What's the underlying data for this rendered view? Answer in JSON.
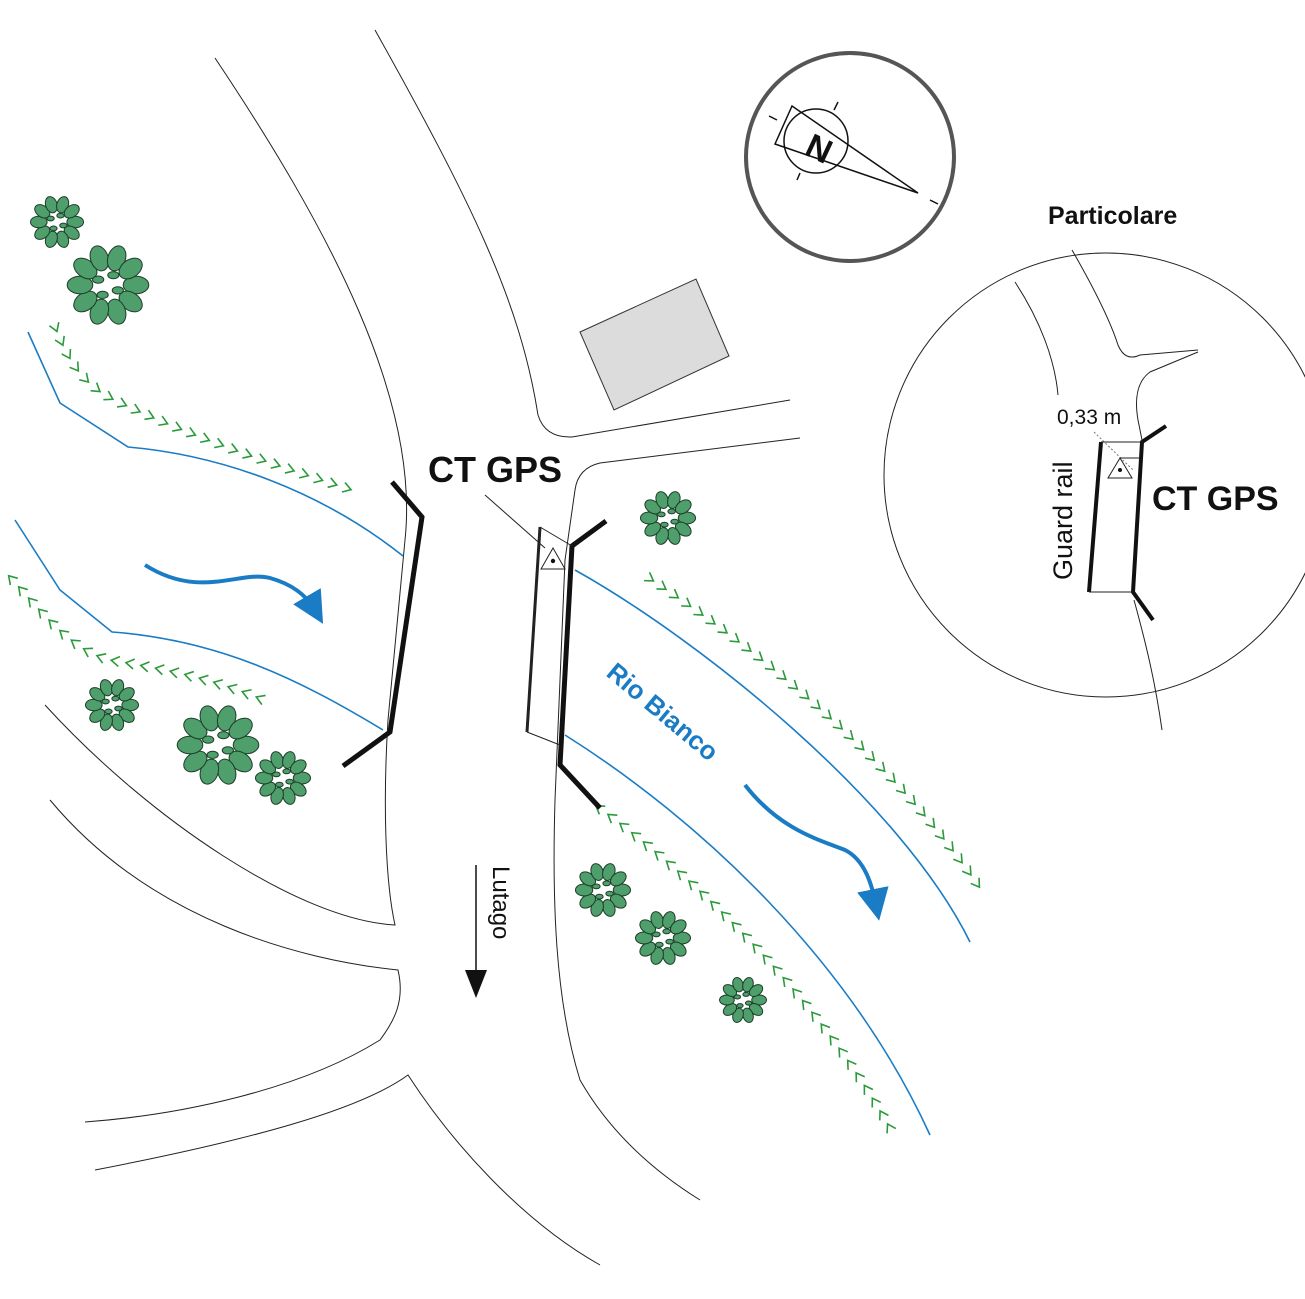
{
  "labels": {
    "station": "CT GPS",
    "detail_title": "Particolare",
    "river": "Rio Bianco",
    "direction": "Lutago",
    "guard_rail": "Guard rail",
    "distance": "0,33 m",
    "north": "N",
    "detail_station": "CT GPS"
  },
  "colors": {
    "river": "#1a7cc4",
    "vegetation": "#2a9a3a",
    "tree_fill": "#4e9f6b",
    "building": "#dcdcdc",
    "compass_ring": "#555555"
  },
  "icons": [
    "compass-icon",
    "tree-icon",
    "gps-station-triangle-icon",
    "flow-arrow-icon"
  ]
}
